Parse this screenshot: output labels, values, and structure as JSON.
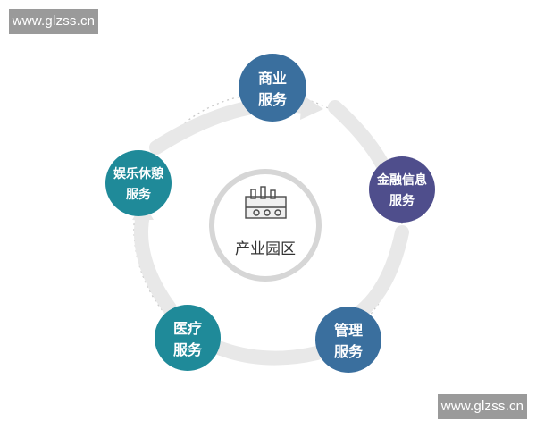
{
  "watermarks": {
    "top_left": "www.glzss.cn",
    "bottom_right": "www.glzss.cn"
  },
  "colors": {
    "teal": "#1f8a99",
    "blue": "#3a6f9e",
    "purple": "#4f4e8c",
    "ring": "#d9d9d9",
    "arrow": "#e6e6e6"
  },
  "center": {
    "label": "产业园区",
    "icon": "factory-icon"
  },
  "nodes": [
    {
      "id": "commercial",
      "line1": "商业",
      "line2": "服务",
      "color": "#3a6f9e"
    },
    {
      "id": "finance",
      "line1": "金融信息",
      "line2": "服务",
      "color": "#4f4e8c"
    },
    {
      "id": "management",
      "line1": "管理",
      "line2": "服务",
      "color": "#3a6f9e"
    },
    {
      "id": "medical",
      "line1": "医疗",
      "line2": "服务",
      "color": "#1f8a99"
    },
    {
      "id": "entertainment",
      "line1": "娱乐休憩",
      "line2": "服务",
      "color": "#1f8a99"
    }
  ]
}
